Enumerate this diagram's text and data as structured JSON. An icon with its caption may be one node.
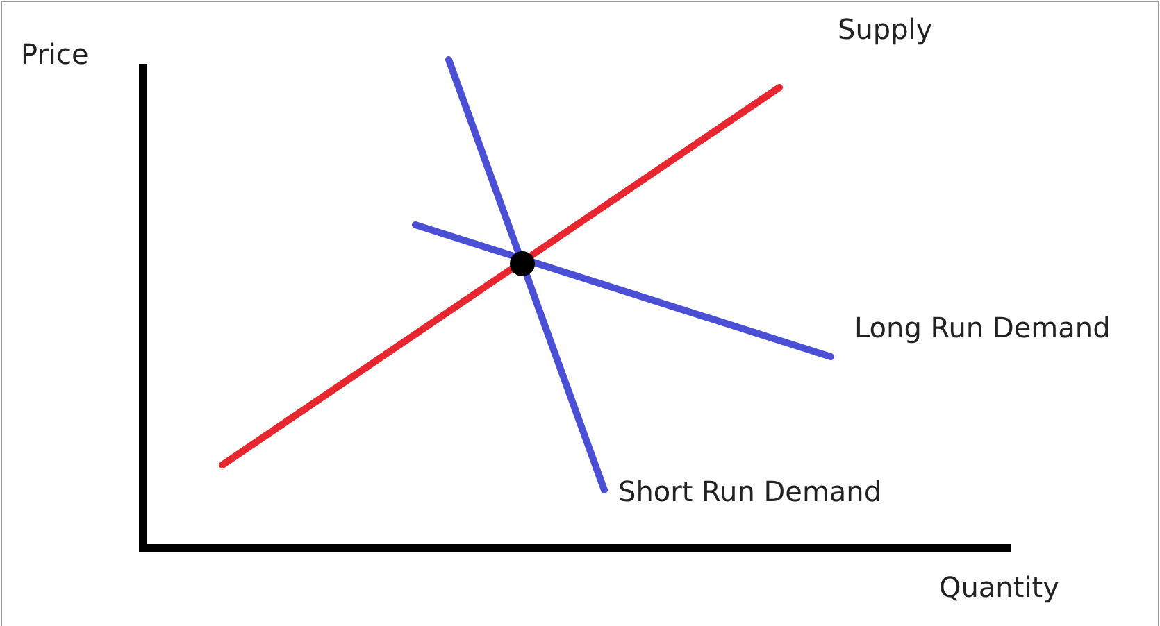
{
  "diagram": {
    "labels": [
      "Price",
      "Supply",
      "Long Run Demand",
      "Short Run Demand",
      "Quantity"
    ]
  }
}
